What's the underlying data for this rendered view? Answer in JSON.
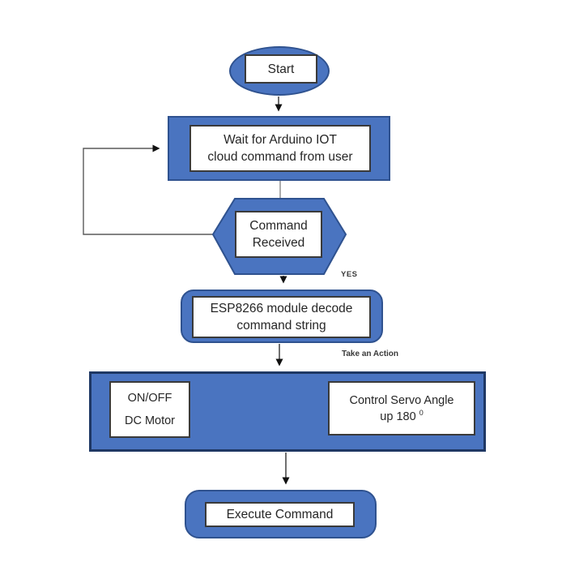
{
  "flowchart": {
    "type": "flowchart",
    "nodes": {
      "start": {
        "shape": "ellipse",
        "label": "Start"
      },
      "wait_for_command": {
        "shape": "rectangle",
        "lines": [
          "Wait for Arduino IOT",
          "cloud command from user"
        ]
      },
      "command_received": {
        "shape": "hexagon",
        "lines": [
          "Command",
          "Received"
        ]
      },
      "decode_command": {
        "shape": "rounded-rectangle",
        "lines": [
          "ESP8266 module decode",
          "command string"
        ]
      },
      "dc_motor": {
        "shape": "rectangle",
        "lines": [
          "ON/OFF",
          "DC Motor"
        ]
      },
      "servo": {
        "shape": "rectangle",
        "line1": "Control Servo Angle",
        "line2": "up 180",
        "line2_sup": "0"
      },
      "execute": {
        "shape": "rounded-rectangle",
        "label": "Execute Command"
      }
    },
    "edge_labels": {
      "yes": "YES",
      "take_action": "Take an Action"
    },
    "colors": {
      "node_fill": "#4a74c0",
      "node_border": "#2f528f",
      "big_box_border": "#1f3864",
      "inner_box_fill": "#ffffff",
      "inner_box_border": "#3a3a3a",
      "connector": "#4d4d4d",
      "text": "#262626",
      "background": "#ffffff"
    }
  }
}
